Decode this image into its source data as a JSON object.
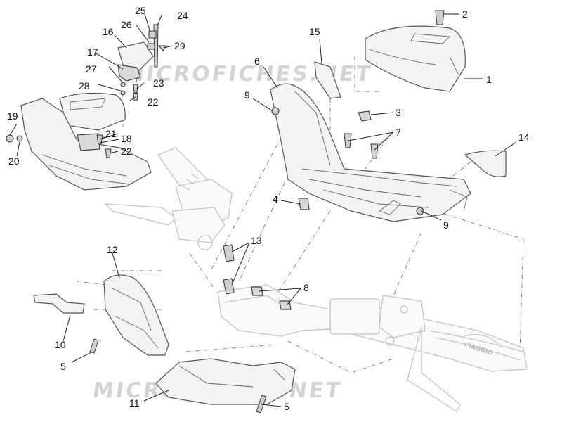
{
  "watermark": {
    "top": "MICROFICHES.NET",
    "bottom": "MICROFICHES.NET"
  },
  "callouts": [
    "1",
    "2",
    "3",
    "4",
    "5",
    "5",
    "6",
    "7",
    "8",
    "9",
    "9",
    "10",
    "11",
    "12",
    "13",
    "14",
    "15",
    "16",
    "17",
    "18",
    "19",
    "20",
    "21",
    "22",
    "22",
    "23",
    "24",
    "25",
    "26",
    "27",
    "28",
    "29"
  ],
  "brand_logo_text": "PIAGGIO",
  "colors": {
    "line": "#555555",
    "fill": "#f3f3f3",
    "ghost": "#c4c4c4",
    "watermark": "#d4d4d4"
  }
}
